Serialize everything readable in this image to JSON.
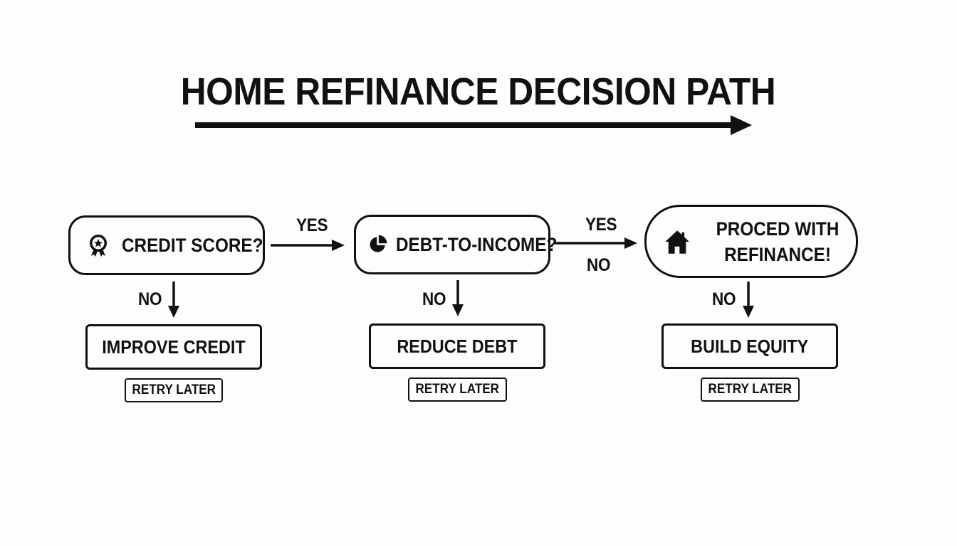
{
  "title": "HOME REFINANCE DECISION PATH",
  "nodes": {
    "credit": {
      "label": "CREDIT SCORE?",
      "icon": "award-ribbon-icon"
    },
    "dti": {
      "label": "DEBT-TO-INCOME?",
      "icon": "pie-chart-icon"
    },
    "proceed": {
      "label_line1": "PROCED WITH",
      "label_line2": "REFINANCE!",
      "icon": "house-icon"
    }
  },
  "edges": {
    "credit_yes": "YES",
    "credit_no": "NO",
    "dti_yes": "YES",
    "dti_no_side": "NO",
    "dti_no": "NO",
    "proceed_no": "NO"
  },
  "actions": {
    "improve": "IMPROVE CREDIT",
    "reduce": "REDUCE DEBT",
    "equity": "BUILD EQUITY"
  },
  "retry": {
    "credit": "RETRY LATER",
    "dti": "RETRY LATER",
    "equity": "RETRY LATER"
  },
  "colors": {
    "ink": "#111111",
    "background": "#fdfdfd"
  }
}
